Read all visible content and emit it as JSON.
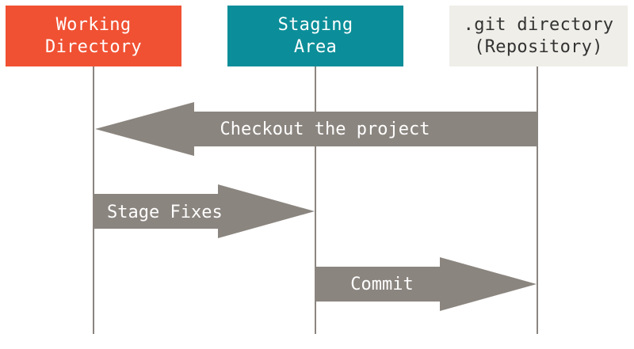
{
  "colors": {
    "working_dir_bg": "#f05133",
    "staging_bg": "#0b8e99",
    "repo_bg": "#efeee8",
    "arrow_fill": "#8b857f",
    "lane_line": "#8b857f",
    "box_text_light": "#ffffff",
    "box_text_dark": "#333333",
    "arrow_text": "#ffffff"
  },
  "boxes": {
    "working": {
      "line1": "Working",
      "line2": "Directory"
    },
    "staging": {
      "line1": "Staging",
      "line2": "Area"
    },
    "repo": {
      "line1": ".git directory",
      "line2": "(Repository)"
    }
  },
  "arrows": {
    "checkout": {
      "label": "Checkout the project",
      "from": "repo",
      "to": "working"
    },
    "stage": {
      "label": "Stage Fixes",
      "from": "working",
      "to": "staging"
    },
    "commit": {
      "label": "Commit",
      "from": "staging",
      "to": "repo"
    }
  }
}
